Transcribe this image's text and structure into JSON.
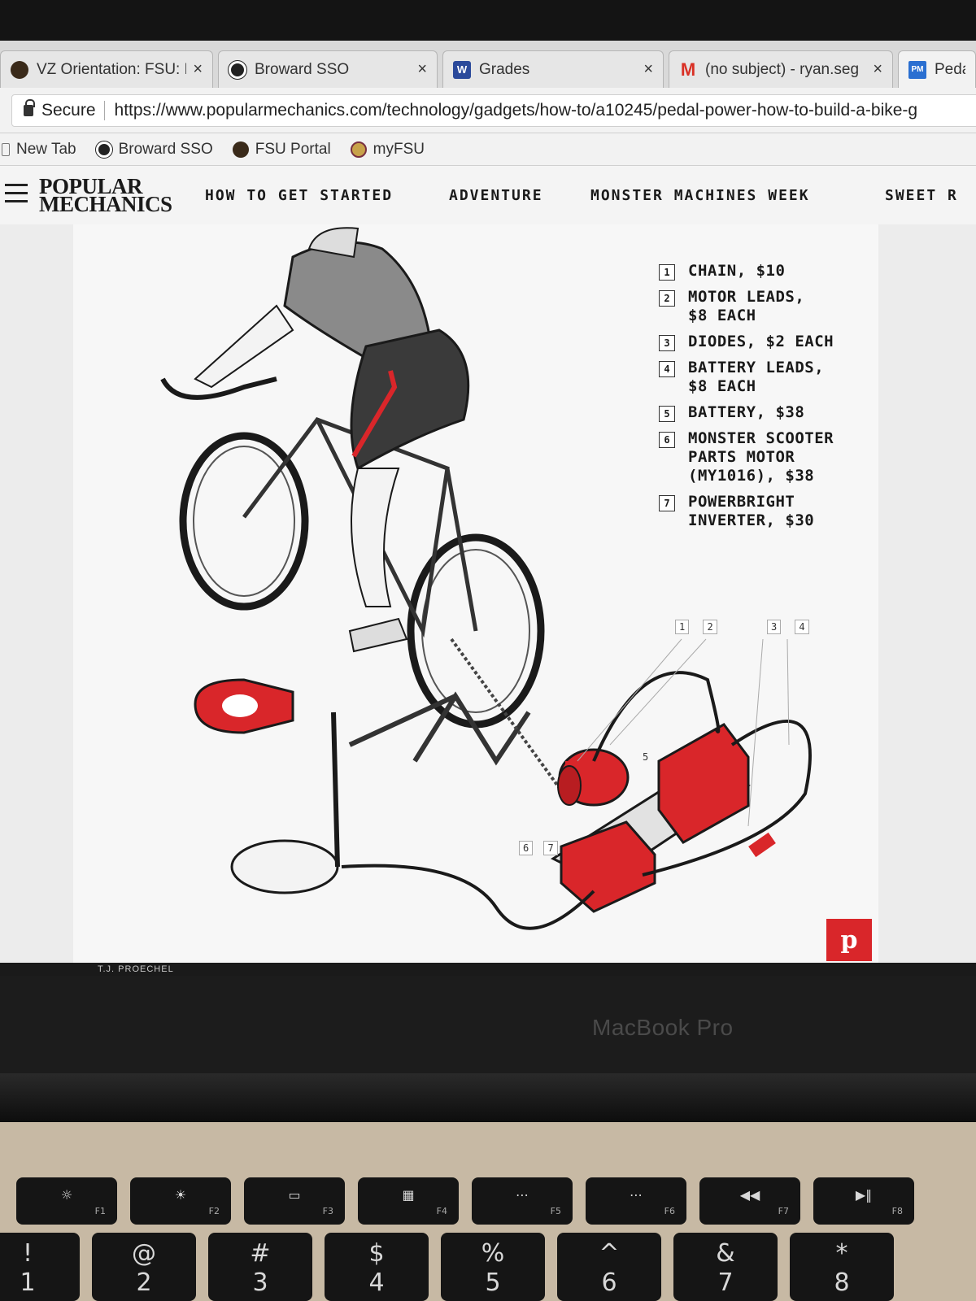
{
  "tabs": [
    {
      "title": "VZ Orientation: FSU: P",
      "icon": "dark-circle-icon",
      "close": "×"
    },
    {
      "title": "Broward SSO",
      "icon": "broward-logo-icon",
      "close": "×"
    },
    {
      "title": "Grades",
      "icon": "w-logo-icon",
      "favicon_text": "W",
      "close": "×"
    },
    {
      "title": "(no subject) - ryan.seg",
      "icon": "gmail-icon",
      "favicon_text": "M",
      "close": "×"
    },
    {
      "title": "Peda",
      "icon": "pm-favicon-icon",
      "favicon_text": "PM"
    }
  ],
  "address": {
    "secure_label": "Secure",
    "url": "https://www.popularmechanics.com/technology/gadgets/how-to/a10245/pedal-power-how-to-build-a-bike-g"
  },
  "bookmarks": [
    {
      "label": "New Tab",
      "icon": "page-icon"
    },
    {
      "label": "Broward SSO",
      "icon": "broward-logo-icon"
    },
    {
      "label": "FSU Portal",
      "icon": "fsu-icon"
    },
    {
      "label": "myFSU",
      "icon": "myfsu-icon"
    }
  ],
  "site": {
    "logo_line1": "POPULAR",
    "logo_line2": "MECHANICS",
    "nav": [
      "HOW TO GET STARTED",
      "ADVENTURE",
      "MONSTER MACHINES WEEK",
      "SWEET R"
    ]
  },
  "figure": {
    "parts": [
      {
        "num": "1",
        "text": "CHAIN, $10"
      },
      {
        "num": "2",
        "text": "MOTOR LEADS,\n$8 EACH"
      },
      {
        "num": "3",
        "text": "DIODES, $2 EACH"
      },
      {
        "num": "4",
        "text": "BATTERY LEADS,\n$8 EACH"
      },
      {
        "num": "5",
        "text": "BATTERY, $38"
      },
      {
        "num": "6",
        "text": "MONSTER SCOOTER\nPARTS MOTOR\n(MY1016), $38"
      },
      {
        "num": "7",
        "text": "POWERBRIGHT\nINVERTER, $30"
      }
    ],
    "callouts": [
      "1",
      "2",
      "3",
      "4",
      "5",
      "6",
      "7"
    ],
    "credit": "T.J. PROECHEL",
    "pin_label": "p"
  },
  "device": {
    "label": "MacBook Pro",
    "fkeys": [
      "F1",
      "F2",
      "F3",
      "F4",
      "F5",
      "F6",
      "F7",
      "F8"
    ],
    "numkeys": [
      {
        "top": "!",
        "bottom": "1"
      },
      {
        "top": "@",
        "bottom": "2"
      },
      {
        "top": "#",
        "bottom": "3"
      },
      {
        "top": "$",
        "bottom": "4"
      },
      {
        "top": "%",
        "bottom": "5"
      },
      {
        "top": "^",
        "bottom": "6"
      },
      {
        "top": "&",
        "bottom": "7"
      },
      {
        "top": "*",
        "bottom": "8"
      }
    ]
  },
  "colors": {
    "accent_red": "#d9262a",
    "gmail_red": "#d93025",
    "pm_blue": "#2a6fd1"
  }
}
